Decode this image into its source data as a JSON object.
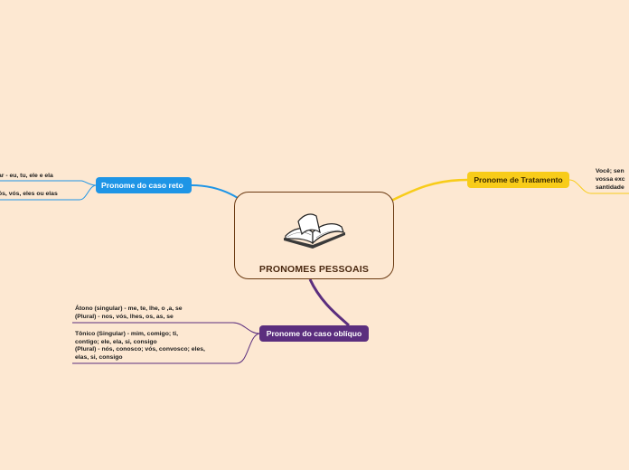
{
  "central": {
    "title": "PRONOMES PESSOAIS",
    "icon": "open-book-icon"
  },
  "branches": {
    "reto": {
      "label": "Pronome do caso reto",
      "color": "#1e95e6",
      "leaves": [
        "ar - eu, tu, ele e ela",
        "ós, vós, eles ou elas"
      ]
    },
    "tratamento": {
      "label": "Pronome de Tratamento",
      "color": "#f8cc1a",
      "leaves": [
        "Você; sen",
        "vossa exc",
        "santidade"
      ]
    },
    "obliquo": {
      "label": "Pronome do caso oblíquo",
      "color": "#5b2e7e",
      "leaves": [
        "Átono (singular) - me, te, lhe, o ,a, se",
        "(Plural) - nos, vós, lhes, os, as, se",
        "Tônico (Singular) - mim, comigo; ti,",
        "contigo; ele, ela, si, consigo",
        "(Plural) - nós, conosco; vós, convosco; eles,",
        "elas, si, consigo"
      ]
    }
  }
}
